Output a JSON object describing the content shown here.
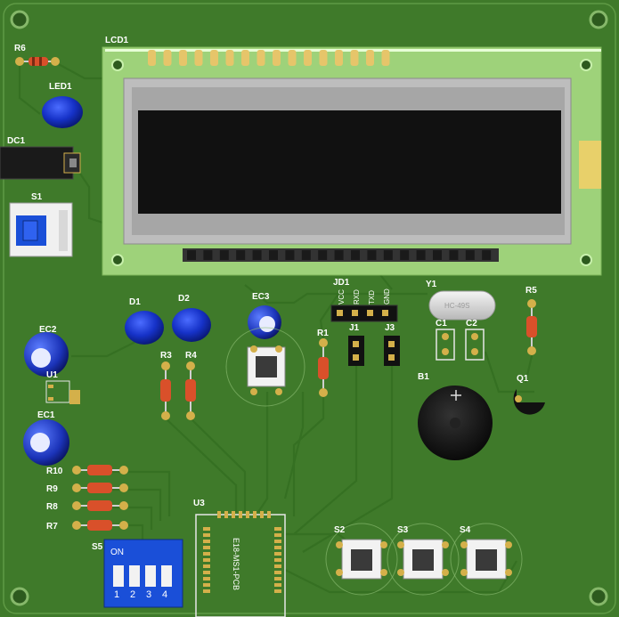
{
  "labels": {
    "lcd": "LCD1",
    "r6": "R6",
    "led1": "LED1",
    "dc1": "DC1",
    "s1": "S1",
    "d1": "D1",
    "d2": "D2",
    "ec3": "EC3",
    "jd1": "JD1",
    "y1": "Y1",
    "y1_part": "HC-49S",
    "r5": "R5",
    "ec2": "EC2",
    "u1": "U1",
    "r3": "R3",
    "r4": "R4",
    "r1": "R1",
    "j1": "J1",
    "j3": "J3",
    "c1": "C1",
    "c2": "C2",
    "b1": "B1",
    "q1": "Q1",
    "ec1": "EC1",
    "r10": "R10",
    "r9": "R9",
    "r8": "R8",
    "r7": "R7",
    "s5": "S5",
    "u3": "U3",
    "s2": "S2",
    "s3": "S3",
    "s4": "S4",
    "u3_text": "E18-MS1-PCB",
    "dip_on": "ON",
    "dip_1": "1",
    "dip_2": "2",
    "dip_3": "3",
    "dip_4": "4"
  },
  "header_pins": [
    "VCC",
    "RXD",
    "TXD",
    "GND"
  ],
  "colors": {
    "board": "#3f7a2a",
    "board_edge": "#2f5e1f",
    "lcd_frame": "#b5b5b5",
    "lcd_screen": "#111111",
    "lcd_pcb": "#9ed27a",
    "led_blue": "#1632c8",
    "dip_blue": "#1a4fd8",
    "pin_gold": "#d4b04a",
    "silk": "#ffffff"
  }
}
